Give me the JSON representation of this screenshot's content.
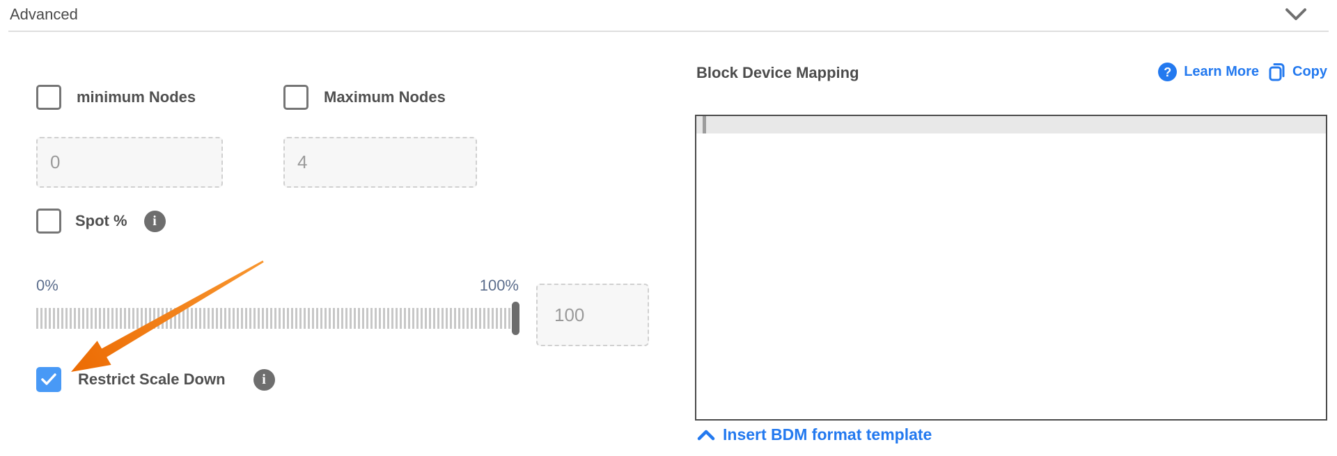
{
  "header": {
    "title": "Advanced",
    "collapse_icon": "chevron-down"
  },
  "fields": {
    "min_nodes": {
      "label": "minimum Nodes",
      "checked": false,
      "value": "0"
    },
    "max_nodes": {
      "label": "Maximum Nodes",
      "checked": false,
      "value": "4"
    },
    "spot_pct": {
      "label": "Spot %",
      "checked": false,
      "info_icon": "info-circle"
    },
    "spot_slider": {
      "min_label": "0%",
      "max_label": "100%",
      "value": "100",
      "position_pct": 100
    },
    "restrict_scale_down": {
      "label": "Restrict Scale Down",
      "checked": true,
      "info_icon": "info-circle"
    }
  },
  "annotation": {
    "type": "orange-arrow",
    "points_at": "restrict_scale_down-checkbox"
  },
  "bdm": {
    "title": "Block Device Mapping",
    "learn_more_label": "Learn More",
    "copy_label": "Copy",
    "editor_value": "",
    "insert_template_label": "Insert BDM format template",
    "help_glyph": "?",
    "info_glyph": "i"
  },
  "colors": {
    "accent_blue": "#2379ef",
    "checkbox_checked_blue": "#4899f6",
    "arrow_orange": "#ee720d",
    "slider_label_blue_gray": "#5b6d8c",
    "text_dark": "#4f4f4f"
  }
}
